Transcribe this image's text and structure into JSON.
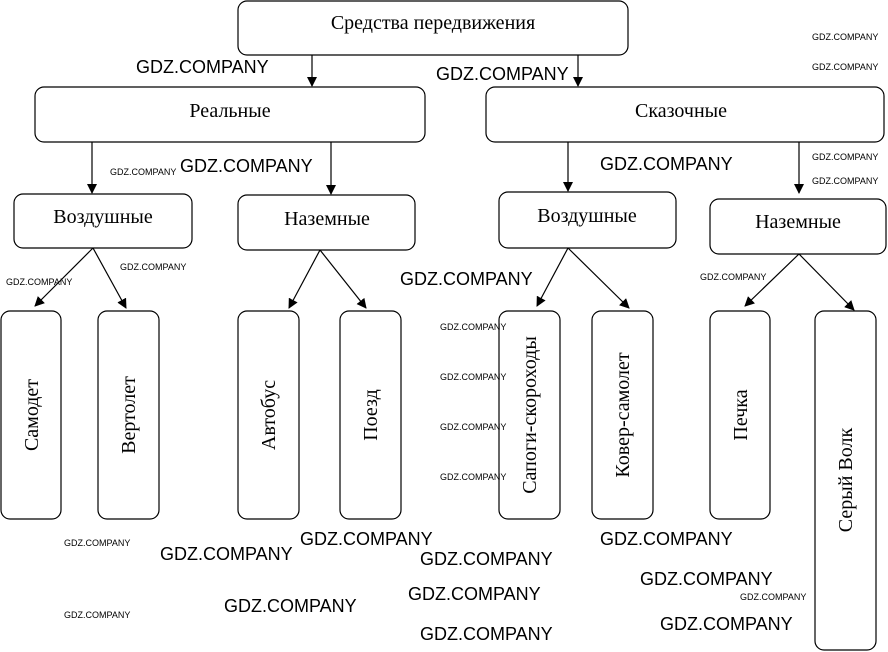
{
  "diagram": {
    "root": "Средства передвижения",
    "level1": [
      "Реальные",
      "Сказочные"
    ],
    "level2": [
      "Воздушные",
      "Наземные",
      "Воздушные",
      "Наземные"
    ],
    "leaves": [
      "Самодет",
      "Вертолет",
      "Автобус",
      "Поезд",
      "Сапоги-скороходы",
      "Ковер-самолет",
      "Печка",
      "Серый Волк"
    ]
  },
  "watermark": "GDZ.COMPANY"
}
